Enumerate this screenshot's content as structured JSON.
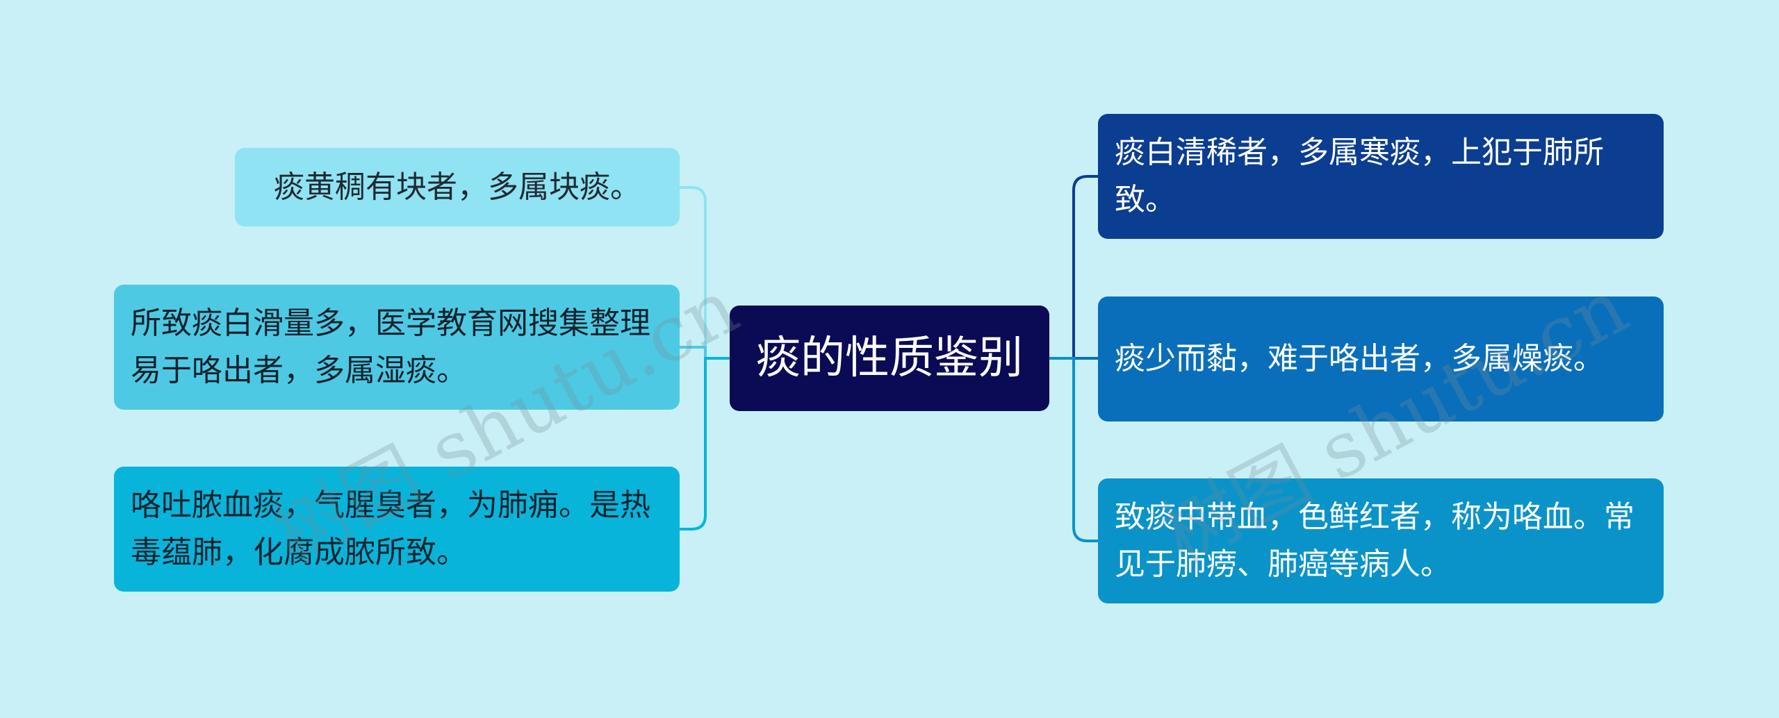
{
  "mindmap": {
    "center": "痰的性质鉴别",
    "left": [
      "痰黄稠有块者，多属块痰。",
      "所致痰白滑量多，医学教育网搜集整理易于咯出者，多属湿痰。",
      "咯吐脓血痰，气腥臭者，为肺痈。是热毒蕴肺，化腐成脓所致。"
    ],
    "right": [
      "痰白清稀者，多属寒痰，上犯于肺所致。",
      "痰少而黏，难于咯出者，多属燥痰。",
      "致痰中带血，色鲜红者，称为咯血。常见于肺痨、肺癌等病人。"
    ]
  },
  "watermark": "树图 shutu.cn",
  "colors": {
    "background": "#c8f0f6",
    "center": "#0b0a55",
    "left": [
      "#8fe3f2",
      "#4ec9e4",
      "#08b4da"
    ],
    "right": [
      "#0b3d91",
      "#0a6fba",
      "#0a93c9"
    ]
  }
}
